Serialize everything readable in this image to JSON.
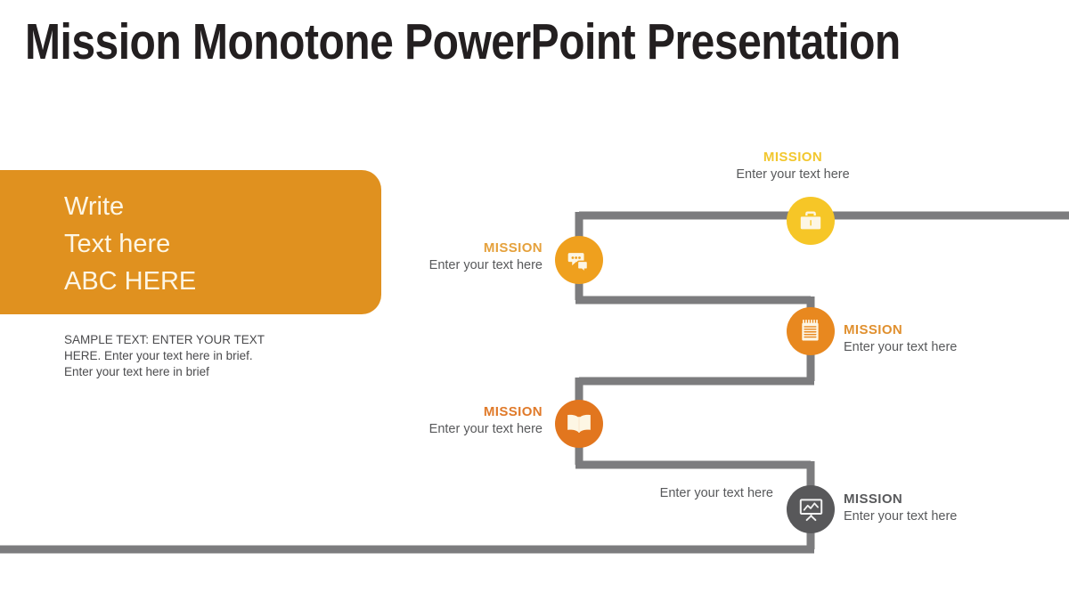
{
  "slide": {
    "title": "Mission Monotone PowerPoint Presentation",
    "background_color": "#ffffff"
  },
  "panel": {
    "background_color": "#e0911f",
    "text_color": "#fdf6e4",
    "lines": [
      "Write",
      "Text here",
      "ABC HERE"
    ]
  },
  "body_paragraph": {
    "text": "SAMPLE TEXT: ENTER YOUR TEXT HERE. Enter your text here in brief. Enter your text here in brief",
    "color": "#4a4a4c"
  },
  "connector": {
    "color": "#7c7c7e",
    "stroke_width": 9
  },
  "nodes": [
    {
      "id": "briefcase",
      "icon": "briefcase-icon",
      "mission_label": "MISSION",
      "description": "Enter your text here",
      "circle_color": "#f6c627",
      "label_color": "#f2c72e",
      "icon_color": "#fdf6e4"
    },
    {
      "id": "chat",
      "icon": "chat-bubbles-icon",
      "mission_label": "MISSION",
      "description": "Enter your text here",
      "circle_color": "#efa01e",
      "label_color": "#e5a13c",
      "icon_color": "#fdf6e4"
    },
    {
      "id": "notepad",
      "icon": "notepad-icon",
      "mission_label": "MISSION",
      "description": "Enter your text here",
      "circle_color": "#e8881f",
      "label_color": "#e0902f",
      "icon_color": "#fdf6e4"
    },
    {
      "id": "book",
      "icon": "open-book-icon",
      "mission_label": "MISSION",
      "description": "Enter your text here",
      "circle_color": "#e2761e",
      "label_color": "#e07a2a",
      "icon_color": "#fdf6e4"
    },
    {
      "id": "board",
      "icon": "presentation-board-icon",
      "mission_label": "MISSION",
      "description": "Enter your text here",
      "extra_description": "Enter your text here",
      "circle_color": "#58585a",
      "label_color": "#58595b",
      "icon_color": "#f2f2f2"
    }
  ]
}
